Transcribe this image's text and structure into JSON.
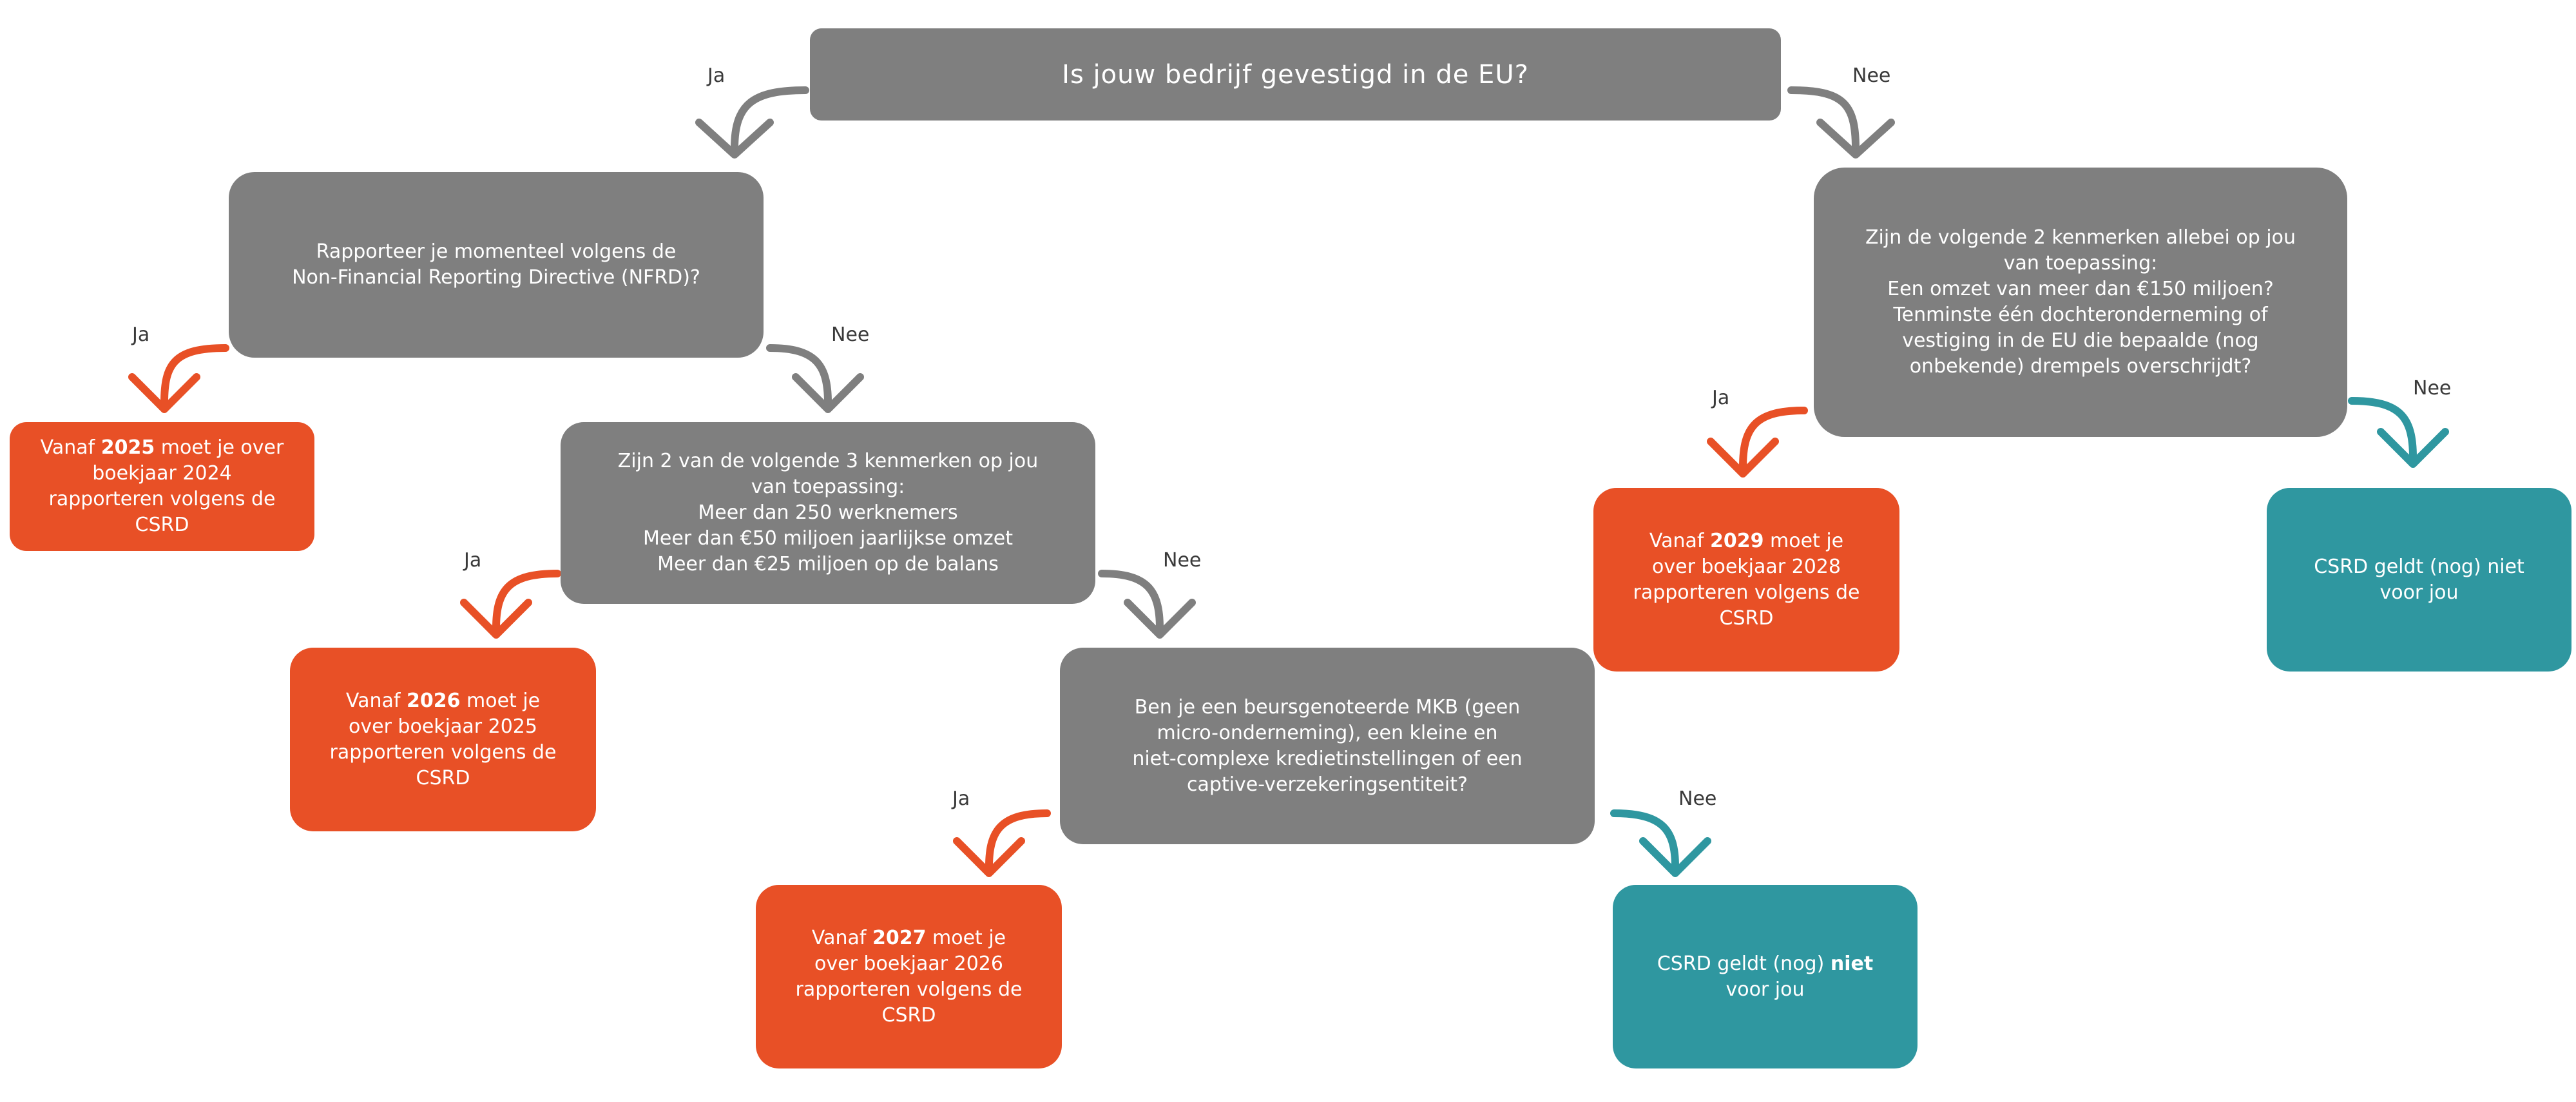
{
  "colors": {
    "question": "#7f7f7f",
    "orange_outcome": "#e85026",
    "teal_outcome": "#2f97a0",
    "label_text": "#3a3a3a"
  },
  "labels": {
    "ja": "Ja",
    "nee": "Nee"
  },
  "q_eu": {
    "text": "Is jouw bedrijf gevestigd in de EU?"
  },
  "q_nfrd": {
    "line1": "Rapporteer je momenteel volgens de",
    "line2": "Non-Financial Reporting Directive (NFRD)?"
  },
  "q_two_of_three": {
    "line1": "Zijn 2 van de volgende 3 kenmerken op jou",
    "line2": "van toepassing:",
    "line3": "Meer dan 250 werknemers",
    "line4": "Meer dan €50 miljoen jaarlijkse omzet",
    "line5": "Meer dan €25 miljoen op de balans"
  },
  "q_mkb": {
    "line1": "Ben je een beursgenoteerde MKB (geen",
    "line2": "micro-onderneming), een kleine en",
    "line3": "niet-complexe kredietinstellingen of een",
    "line4": "captive-verzekeringsentiteit?"
  },
  "q_non_eu": {
    "line1": "Zijn de volgende 2 kenmerken allebei op jou",
    "line2": "van toepassing:",
    "line3": "Een omzet van meer dan €150 miljoen?",
    "line4": "Tenminste één dochteronderneming of",
    "line5": "vestiging in de EU die bepaalde (nog",
    "line6": "onbekende) drempels overschrijdt?"
  },
  "out_2025": {
    "pre": "Vanaf ",
    "year": "2025",
    "post": " moet je over",
    "line2": "boekjaar 2024",
    "line3": "rapporteren volgens de",
    "line4": "CSRD"
  },
  "out_2026": {
    "pre": "Vanaf ",
    "year": "2026",
    "post": " moet je",
    "line2": "over boekjaar 2025",
    "line3": "rapporteren volgens de",
    "line4": "CSRD"
  },
  "out_2027": {
    "pre": "Vanaf ",
    "year": "2027",
    "post": " moet je",
    "line2": "over boekjaar 2026",
    "line3": "rapporteren volgens de",
    "line4": "CSRD"
  },
  "out_2029": {
    "pre": "Vanaf ",
    "year": "2029",
    "post": " moet je",
    "line2": "over boekjaar 2028",
    "line3": "rapporteren volgens de",
    "line4": "CSRD"
  },
  "out_niet_1": {
    "pre": "CSRD geldt (nog) ",
    "bold": "niet",
    "line2": "voor jou"
  },
  "out_niet_2": {
    "line1": "CSRD geldt (nog) niet",
    "line2": "voor jou"
  }
}
